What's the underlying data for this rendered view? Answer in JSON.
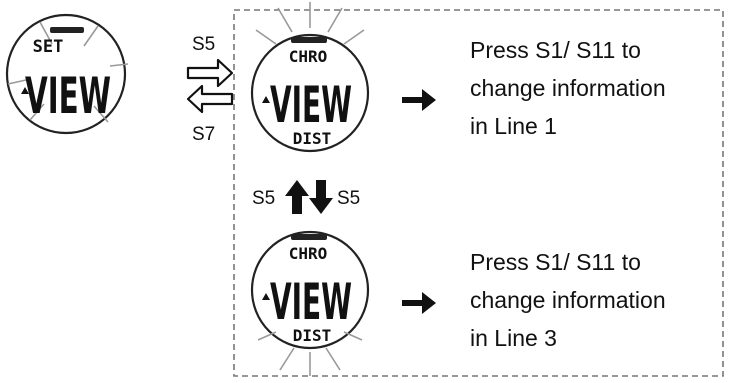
{
  "watch_set": {
    "top_text": "SET",
    "main_text": "VIEW"
  },
  "watch_line1": {
    "top_text": "CHRO",
    "main_text": "VIEW",
    "bottom_text": "DIST"
  },
  "watch_line3": {
    "top_text": "CHRO",
    "main_text": "VIEW",
    "bottom_text": "DIST"
  },
  "labels": {
    "s5_forward": "S5",
    "s7_back": "S7",
    "s5_up": "S5",
    "s5_down": "S5"
  },
  "instructions": {
    "line1": [
      "Press S1/ S11 to",
      "change information",
      "in Line 1"
    ],
    "line3": [
      "Press S1/ S11 to",
      "change information",
      "in Line 3"
    ]
  }
}
